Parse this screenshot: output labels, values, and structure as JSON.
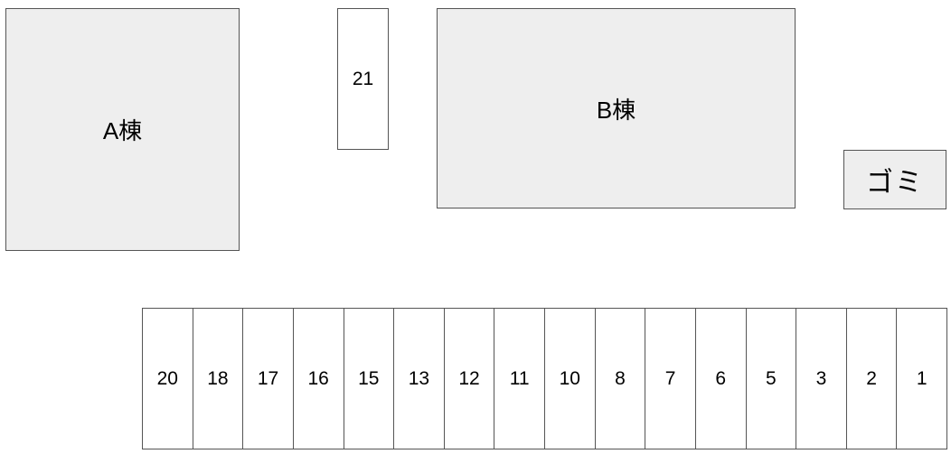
{
  "buildings": {
    "a": "A棟",
    "b": "B棟",
    "garbage": "ゴミ"
  },
  "spot_top": "21",
  "parking_row": [
    "20",
    "18",
    "17",
    "16",
    "15",
    "13",
    "12",
    "11",
    "10",
    "8",
    "7",
    "6",
    "5",
    "3",
    "2",
    "1"
  ]
}
